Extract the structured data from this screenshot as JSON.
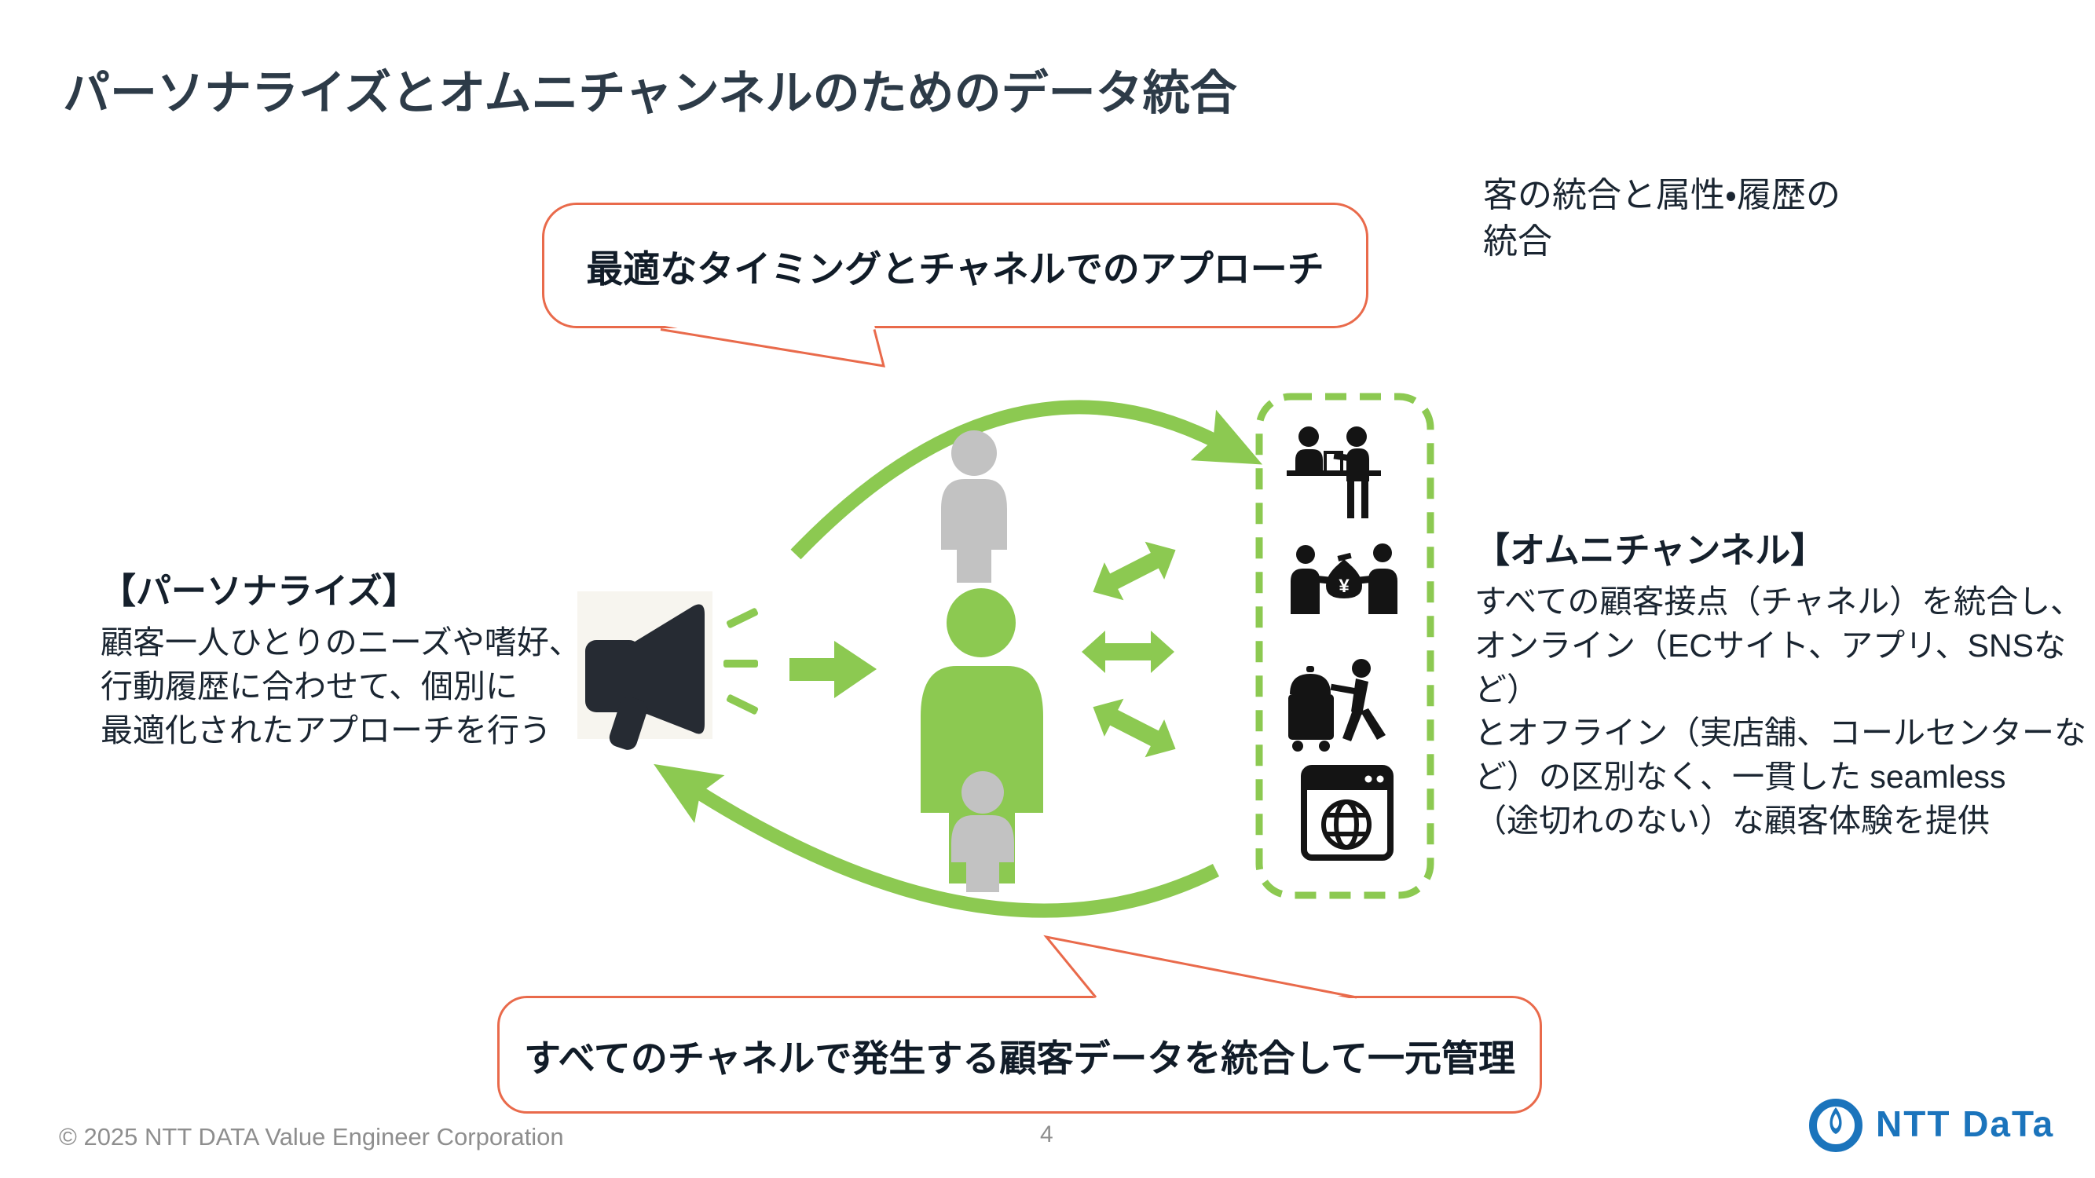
{
  "slide": {
    "title": "パーソナライズとオムニチャンネルのためのデータ統合",
    "note_top_right": "客の統合と属性・履歴の\n統合",
    "callout_top": "最適なタイミングとチャネルでのアプローチ",
    "callout_bottom": "すべてのチャネルで発生する顧客データを統合して一元管理",
    "personalize": {
      "heading": "【パーソナライズ】",
      "body": "顧客一人ひとりのニーズや嗜好、\n行動履歴に合わせて、個別に\n最適化されたアプローチを行う"
    },
    "omnichannel": {
      "heading": "【オムニチャンネル】",
      "body": "すべての顧客接点（チャネル）を統合し、\nオンライン（ECサイト、アプリ、SNSなど）\nとオフライン（実店舗、コールセンターな\nど）の区別なく、一貫した seamless\n（途切れのない）な顧客体験を提供"
    },
    "diagram_icons": [
      "megaphone-icon",
      "customer-person-green",
      "person-gray-top",
      "person-gray-bottom",
      "counter-service-icon",
      "payment-exchange-icon",
      "delivery-cart-icon",
      "web-browser-globe-icon"
    ],
    "money_bag_symbol": "¥",
    "footer": {
      "copyright": "© 2025 NTT DATA Value Engineer Corporation",
      "page_number": "4",
      "logo_text": "NTT DaTa"
    },
    "colors": {
      "accent_green": "#8CC951",
      "accent_orange": "#E96A4B",
      "title_color": "#2D3B48",
      "text_dark": "#1A2531",
      "gray_person": "#C2C2C2",
      "icon_black": "#141414",
      "footer_gray": "#8E8E8E",
      "logo_blue": "#1B74BC",
      "megaphone_bg": "#F7F5EF"
    }
  }
}
